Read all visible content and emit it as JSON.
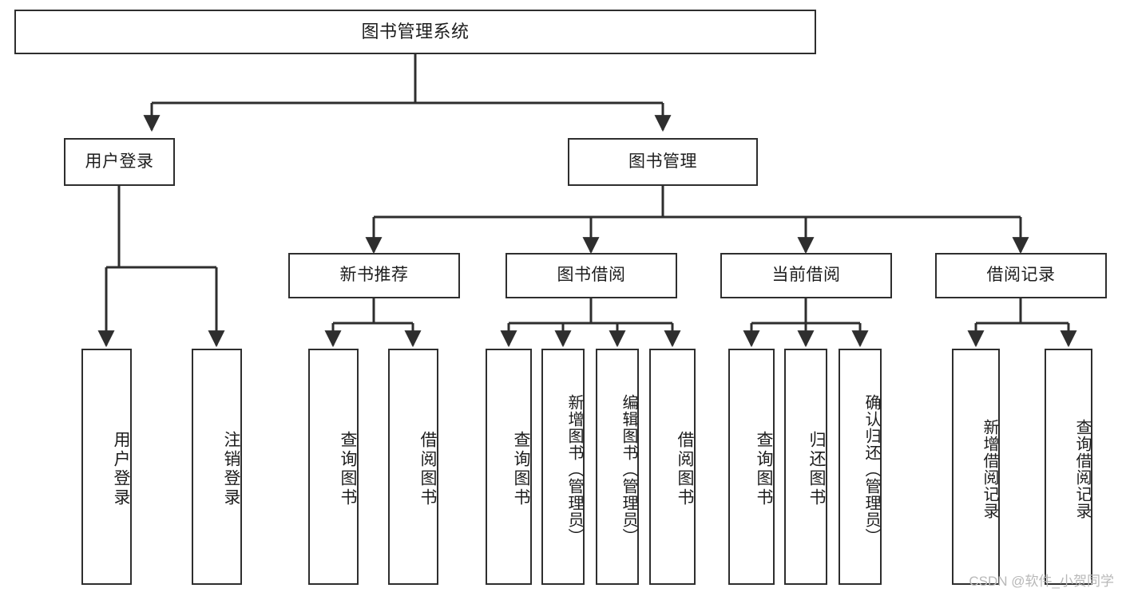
{
  "diagram": {
    "title": "图书管理系统",
    "type": "tree",
    "watermark": "CSDN @软件_小贺同学",
    "colors": {
      "background": "#ffffff",
      "border": "#2e2e2e",
      "text": "#1d1d1d",
      "edge": "#2e2e2e",
      "watermark": "#b8b8b8"
    },
    "nodes": {
      "root": {
        "label": "图书管理系统"
      },
      "level2": [
        {
          "id": "user-login",
          "label": "用户登录"
        },
        {
          "id": "book-manage",
          "label": "图书管理"
        }
      ],
      "level3": [
        {
          "id": "new-book-recommend",
          "label": "新书推荐"
        },
        {
          "id": "book-borrow",
          "label": "图书借阅"
        },
        {
          "id": "current-borrow",
          "label": "当前借阅"
        },
        {
          "id": "borrow-record",
          "label": "借阅记录"
        }
      ],
      "leaves_user_login": [
        {
          "id": "leaf-user-login",
          "label": "用户登录"
        },
        {
          "id": "leaf-logout-login",
          "label": "注销登录"
        }
      ],
      "leaves_new_book_recommend": [
        {
          "id": "leaf-query-book-1",
          "label": "查询图书"
        },
        {
          "id": "leaf-borrow-book-1",
          "label": "借阅图书"
        }
      ],
      "leaves_book_borrow": [
        {
          "id": "leaf-query-book-2",
          "label": "查询图书"
        },
        {
          "id": "leaf-add-book",
          "label": "新增图书（管理员）"
        },
        {
          "id": "leaf-edit-book",
          "label": "编辑图书（管理员）"
        },
        {
          "id": "leaf-borrow-book-2",
          "label": "借阅图书"
        }
      ],
      "leaves_current_borrow": [
        {
          "id": "leaf-query-book-3",
          "label": "查询图书"
        },
        {
          "id": "leaf-return-book",
          "label": "归还图书"
        },
        {
          "id": "leaf-confirm-return",
          "label": "确认归还（管理员）"
        }
      ],
      "leaves_borrow_record": [
        {
          "id": "leaf-add-record",
          "label": "新增借阅记录"
        },
        {
          "id": "leaf-query-record",
          "label": "查询借阅记录"
        }
      ]
    }
  }
}
